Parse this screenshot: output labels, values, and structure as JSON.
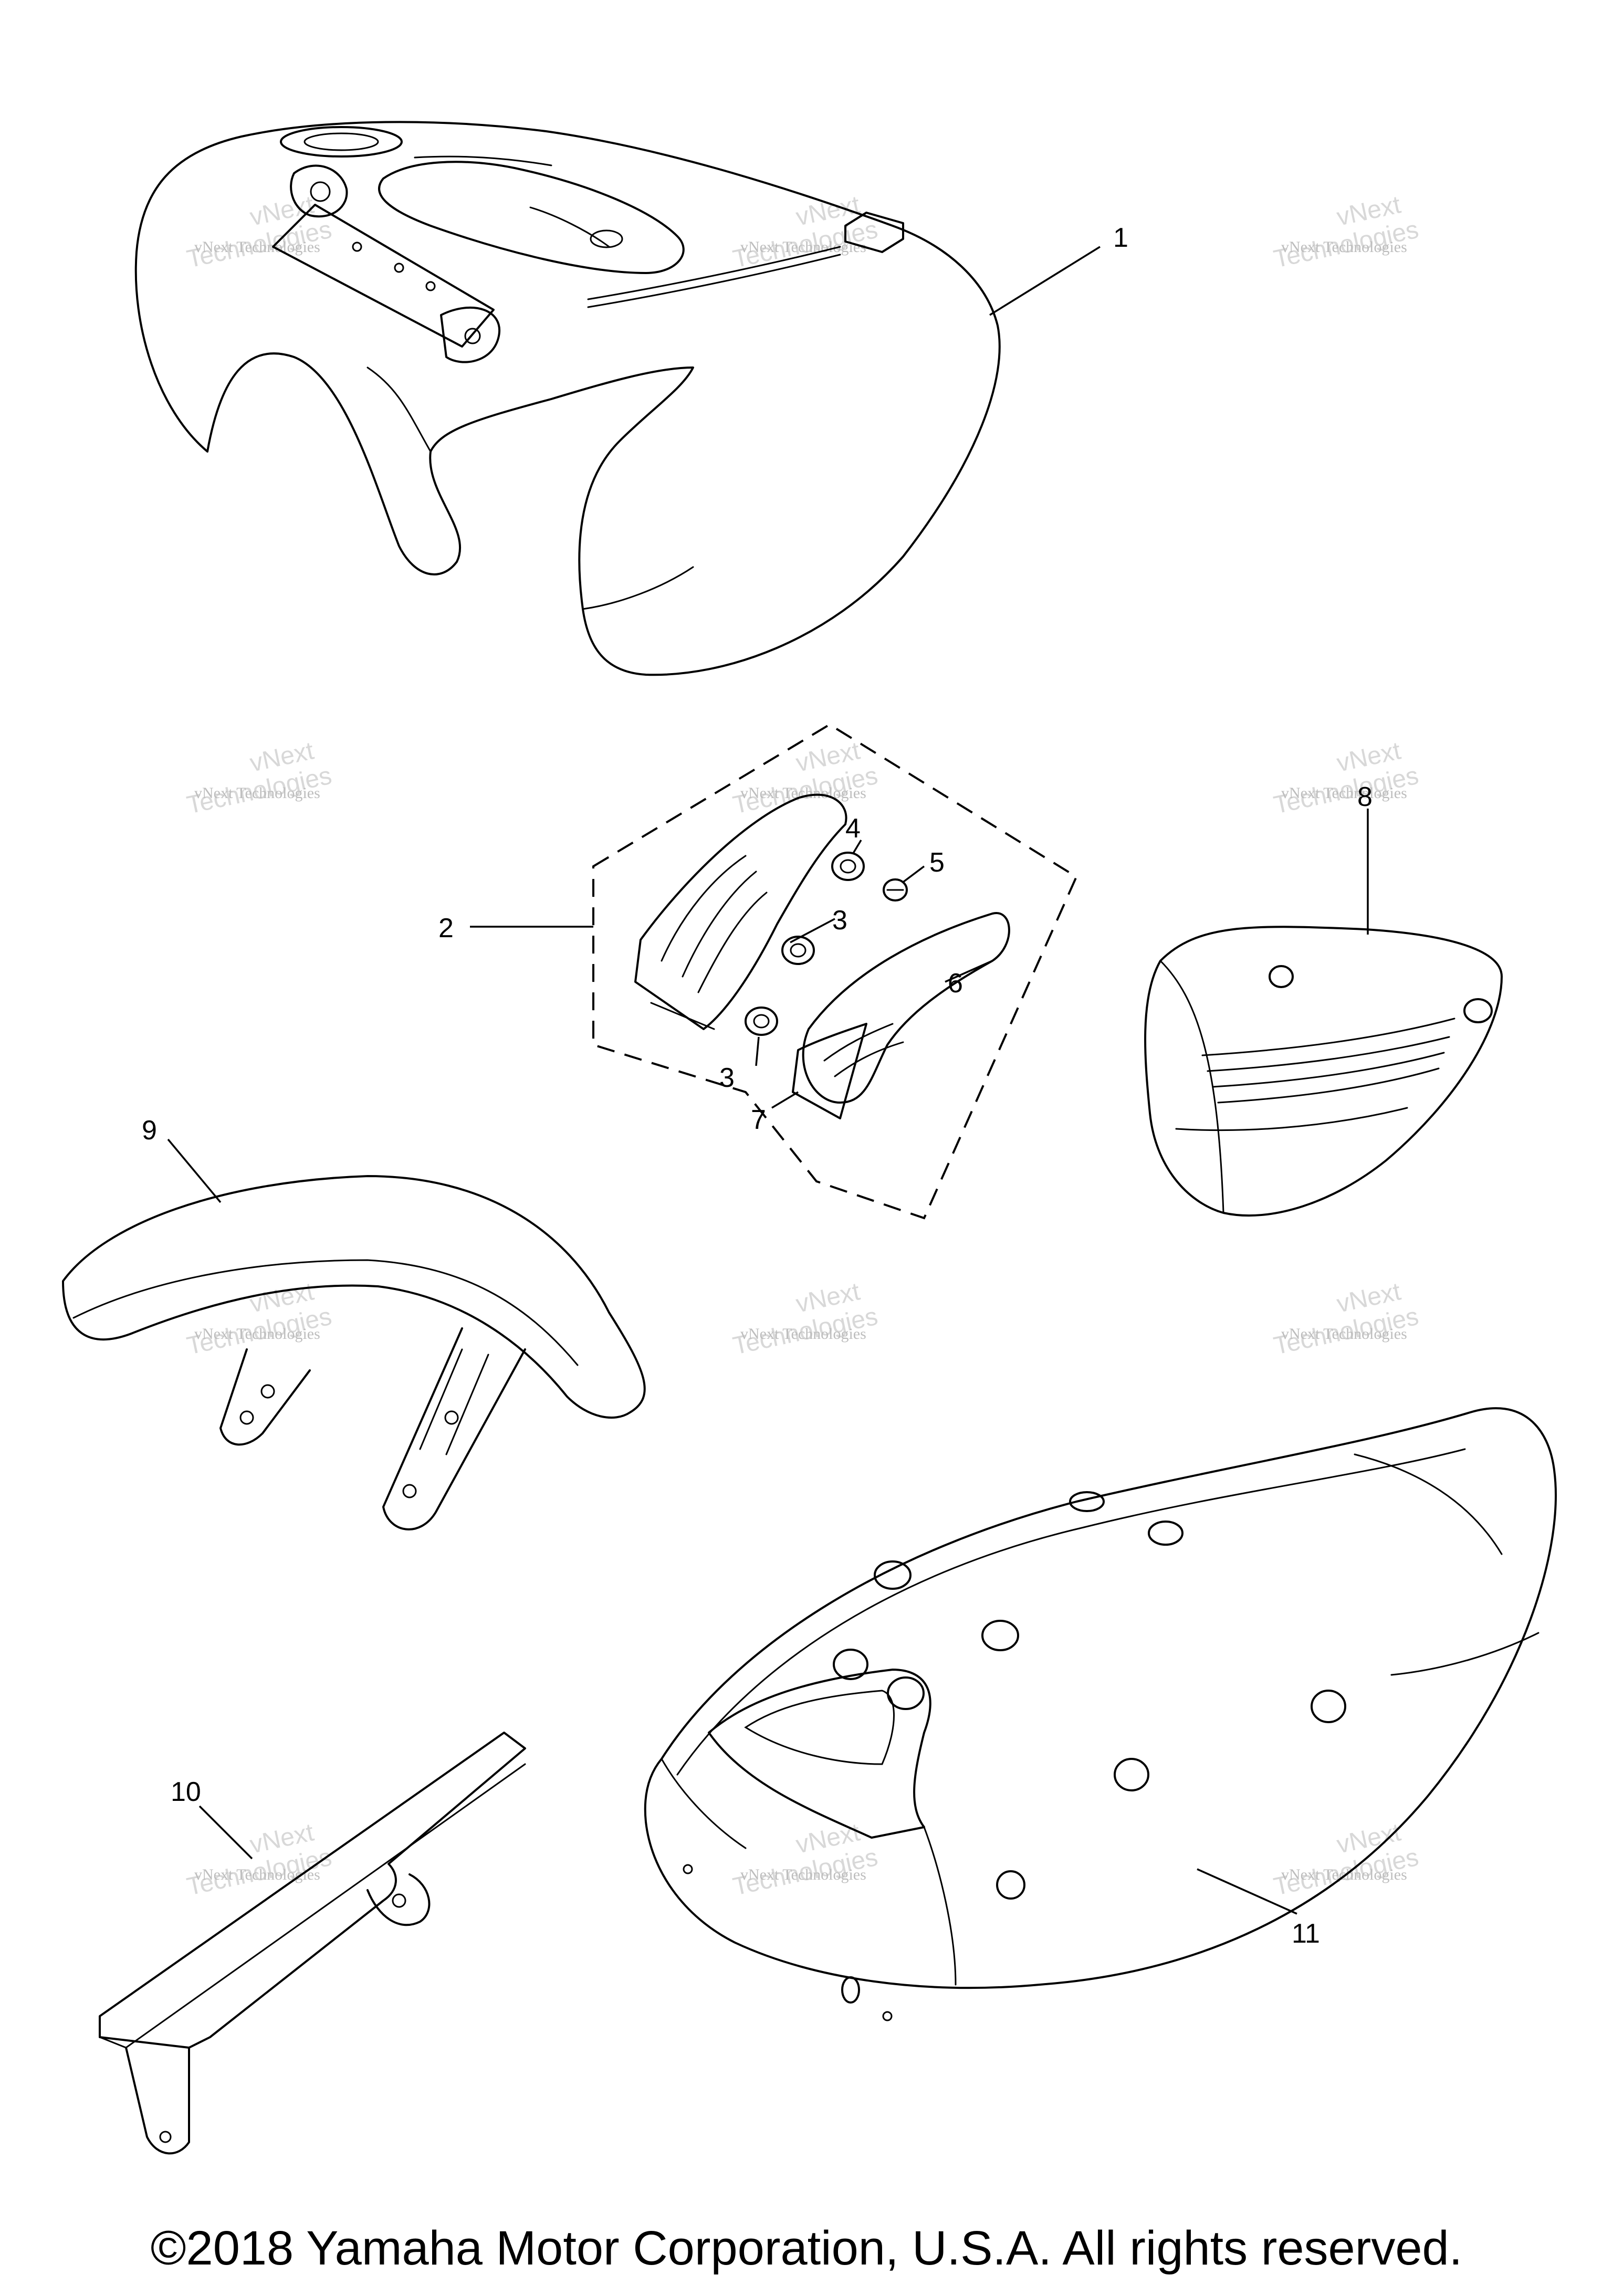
{
  "diagram": {
    "callouts": {
      "c1": "1",
      "c2": "2",
      "c3a": "3",
      "c3b": "3",
      "c4": "4",
      "c5": "5",
      "c6": "6",
      "c7": "7",
      "c8": "8",
      "c9": "9",
      "c10": "10",
      "c11": "11"
    },
    "watermark": {
      "line1": "vNext Technologies",
      "line2": "Technologies",
      "line3": "vNext"
    }
  },
  "footer": {
    "copyright": "©2018 Yamaha Motor Corporation, U.S.A. All rights reserved."
  }
}
